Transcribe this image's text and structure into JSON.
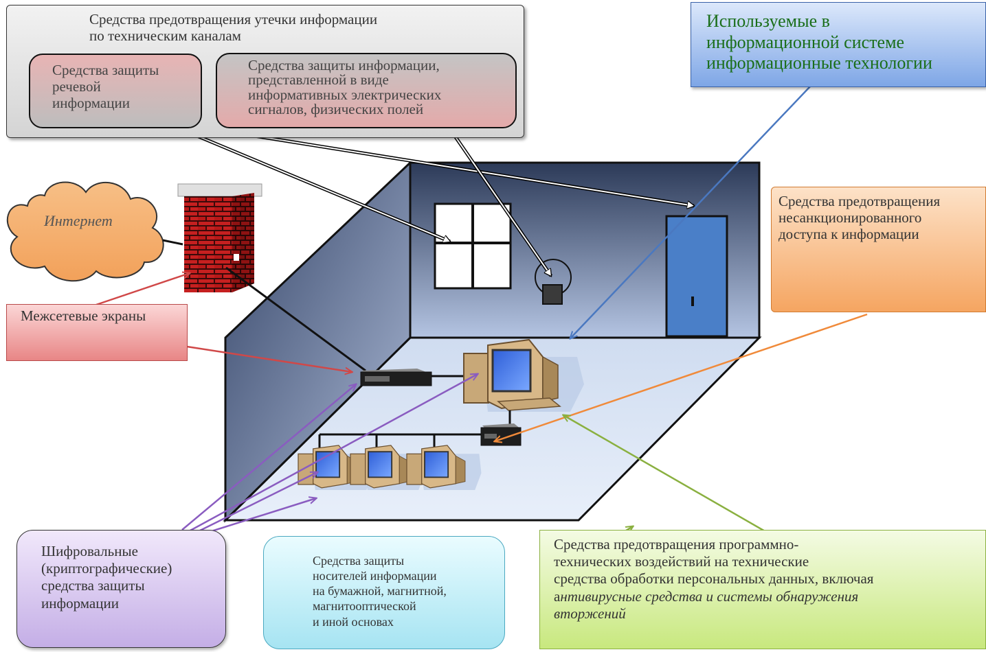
{
  "labels": {
    "leak_title": "Средства предотвращения утечки информации\nпо техническим каналам",
    "speech": "Средства защиты\nречевой\nинформации",
    "signals": "Средства защиты информации,\nпредставленной в виде\nинформативных электрических\nсигналов, физических полей",
    "it": "Используемые в\nинформационной системе\nинформационные технологии",
    "unauth": "Средства предотвращения\nнесанкционированного\nдоступа к информации",
    "internet": "Интернет",
    "firewall": "Межсетевые экраны",
    "crypto": "Шифровальные\n(криптографические)\nсредства защиты\nинформации",
    "media": "Средства защиты\nносителей информации\nна бумажной, магнитной,\nмагнитооптической\nи иной основах",
    "software_plain": "Средства предотвращения программно-\nтехнических воздействий на технические\nсредства обработки персональных данных, включая\nа",
    "software_italic": "нтивирусные средства и системы обнаружения\nвторжений"
  },
  "colors": {
    "it_text": "#1a6e1a",
    "arrow_blue": "#4a78c0",
    "arrow_red": "#d04848",
    "arrow_purple": "#8a5cc0",
    "arrow_orange": "#f08a3a",
    "arrow_green": "#8ab040"
  }
}
